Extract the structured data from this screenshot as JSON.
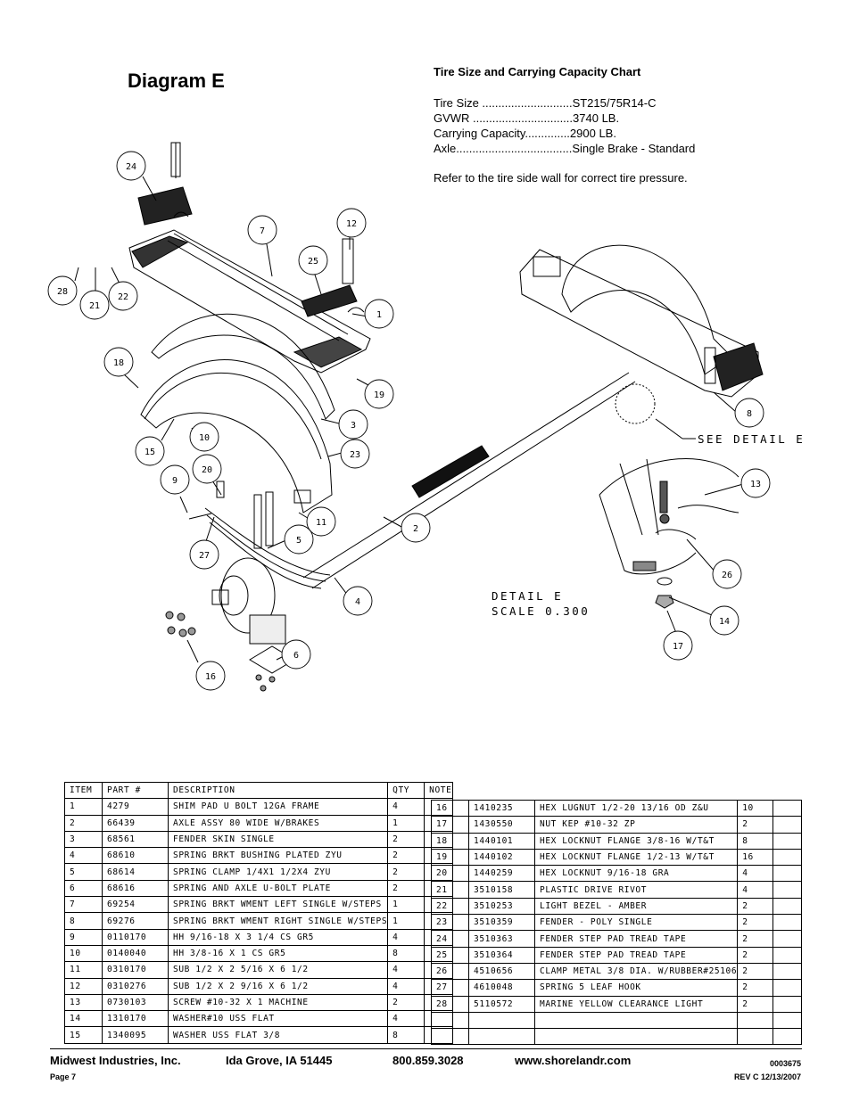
{
  "page_title": "Diagram E",
  "spec": {
    "heading": "Tire Size and Carrying Capacity Chart",
    "rows": [
      {
        "label": "Tire Size ............................",
        "value": "ST215/75R14-C"
      },
      {
        "label": "GVWR ...............................",
        "value": "3740 LB."
      },
      {
        "label": "Carrying Capacity..............",
        "value": "2900 LB."
      },
      {
        "label": "Axle....................................",
        "value": "Single Brake - Standard"
      }
    ],
    "note": "Refer to the tire side wall for correct tire pressure."
  },
  "callouts": [
    "24",
    "7",
    "12",
    "25",
    "1",
    "28",
    "21",
    "22",
    "18",
    "19",
    "3",
    "15",
    "10",
    "23",
    "20",
    "9",
    "11",
    "5",
    "27",
    "2",
    "4",
    "6",
    "16",
    "8",
    "13",
    "26",
    "14",
    "17"
  ],
  "detail_labels": {
    "see_detail": "SEE DETAIL  E",
    "detail": "DETAIL  E",
    "scale": "SCALE  0.300"
  },
  "table_headers": {
    "item": "ITEM",
    "part": "PART #",
    "desc": "DESCRIPTION",
    "qty": "QTY",
    "note": "NOTE"
  },
  "parts": [
    {
      "item": "1",
      "part": "4279",
      "desc": "SHIM PAD   U BOLT 12GA FRAME",
      "qty": "4"
    },
    {
      "item": "2",
      "part": "66439",
      "desc": "AXLE ASSY 80 WIDE W/BRAKES",
      "qty": "1"
    },
    {
      "item": "3",
      "part": "68561",
      "desc": "FENDER SKIN SINGLE",
      "qty": "2"
    },
    {
      "item": "4",
      "part": "68610",
      "desc": "SPRING BRKT BUSHING PLATED ZYU",
      "qty": "2"
    },
    {
      "item": "5",
      "part": "68614",
      "desc": "SPRING CLAMP   1/4X1 1/2X4  ZYU",
      "qty": "2"
    },
    {
      "item": "6",
      "part": "68616",
      "desc": "SPRING AND AXLE U-BOLT PLATE",
      "qty": "2"
    },
    {
      "item": "7",
      "part": "69254",
      "desc": "SPRING BRKT WMENT LEFT SINGLE W/STEPS",
      "qty": "1"
    },
    {
      "item": "8",
      "part": "69276",
      "desc": "SPRING BRKT WMENT RIGHT SINGLE W/STEPS",
      "qty": "1"
    },
    {
      "item": "9",
      "part": "0110170",
      "desc": "HH 9/16-18 X 3 1/4 CS GR5",
      "qty": "4"
    },
    {
      "item": "10",
      "part": "0140040",
      "desc": "HH 3/8-16 X 1 CS GR5",
      "qty": "8"
    },
    {
      "item": "11",
      "part": "0310170",
      "desc": "SUB 1/2 X 2 5/16 X 6 1/2",
      "qty": "4"
    },
    {
      "item": "12",
      "part": "0310276",
      "desc": "SUB 1/2 X 2 9/16 X 6 1/2",
      "qty": "4"
    },
    {
      "item": "13",
      "part": "0730103",
      "desc": "SCREW #10-32 X 1 MACHINE",
      "qty": "2"
    },
    {
      "item": "14",
      "part": "1310170",
      "desc": "WASHER#10 USS FLAT",
      "qty": "4"
    },
    {
      "item": "15",
      "part": "1340095",
      "desc": "WASHER USS FLAT 3/8",
      "qty": "8"
    },
    {
      "item": "16",
      "part": "1410235",
      "desc": "HEX LUGNUT 1/2-20 13/16 OD Z&U",
      "qty": "10"
    },
    {
      "item": "17",
      "part": "1430550",
      "desc": "NUT KEP #10-32 ZP",
      "qty": "2"
    },
    {
      "item": "18",
      "part": "1440101",
      "desc": "HEX LOCKNUT FLANGE 3/8-16 W/T&T",
      "qty": "8"
    },
    {
      "item": "19",
      "part": "1440102",
      "desc": "HEX LOCKNUT FLANGE 1/2-13 W/T&T",
      "qty": "16"
    },
    {
      "item": "20",
      "part": "1440259",
      "desc": "HEX LOCKNUT 9/16-18 GRA",
      "qty": "4"
    },
    {
      "item": "21",
      "part": "3510158",
      "desc": "PLASTIC DRIVE RIVOT",
      "qty": "4"
    },
    {
      "item": "22",
      "part": "3510253",
      "desc": "LIGHT BEZEL - AMBER",
      "qty": "2"
    },
    {
      "item": "23",
      "part": "3510359",
      "desc": "FENDER - POLY SINGLE",
      "qty": "2"
    },
    {
      "item": "24",
      "part": "3510363",
      "desc": "FENDER STEP PAD TREAD TAPE",
      "qty": "2"
    },
    {
      "item": "25",
      "part": "3510364",
      "desc": "FENDER STEP PAD TREAD TAPE",
      "qty": "2"
    },
    {
      "item": "26",
      "part": "4510656",
      "desc": "CLAMP METAL 3/8 DIA. W/RUBBER#25106",
      "qty": "2"
    },
    {
      "item": "27",
      "part": "4610048",
      "desc": "SPRING  5 LEAF HOOK",
      "qty": "2"
    },
    {
      "item": "28",
      "part": "5110572",
      "desc": "MARINE YELLOW CLEARANCE LIGHT",
      "qty": "2"
    }
  ],
  "footer": {
    "company": "Midwest Industries, Inc.",
    "city": "Ida Grove, IA  51445",
    "phone": "800.859.3028",
    "web": "www.shorelandr.com",
    "page": "Page 7",
    "doc_no": "0003675",
    "rev": "REV C  12/13/2007"
  }
}
